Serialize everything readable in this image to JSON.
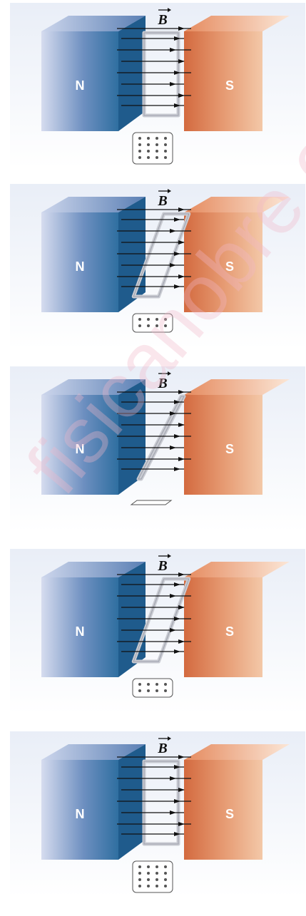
{
  "panels": [
    {
      "field_symbol": "B",
      "north_label": "N",
      "south_label": "S",
      "loop_tilt_deg": 0,
      "dots_rows": 4,
      "dots_cols": 4
    },
    {
      "field_symbol": "B",
      "north_label": "N",
      "south_label": "S",
      "loop_tilt_deg": 45,
      "dots_rows": 2,
      "dots_cols": 4
    },
    {
      "field_symbol": "B",
      "north_label": "N",
      "south_label": "S",
      "loop_tilt_deg": 90,
      "dots_rows": 0,
      "dots_cols": 0
    },
    {
      "field_symbol": "B",
      "north_label": "N",
      "south_label": "S",
      "loop_tilt_deg": 45,
      "dots_rows": 2,
      "dots_cols": 4
    },
    {
      "field_symbol": "B",
      "north_label": "N",
      "south_label": "S",
      "loop_tilt_deg": 0,
      "dots_rows": 4,
      "dots_cols": 4
    }
  ],
  "watermark_text": "fisicanobre.es",
  "colors": {
    "north_front": "#2f6fa0",
    "north_dark": "#1f5b8c",
    "south_front": "#d36a3f",
    "south_light": "#f3c8a8",
    "panel_bg": "#f5f7fb",
    "arrow": "#111111",
    "loop": "#c9cbd2"
  }
}
